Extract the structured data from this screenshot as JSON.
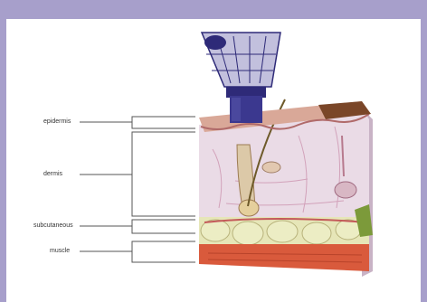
{
  "labels": {
    "epidermis": "epidermis",
    "dermis": "dermis",
    "subcutaneous": "subcutaneous",
    "muscle": "muscle"
  },
  "colors": {
    "border": "#a79fcb",
    "epidermis": "#d9a898",
    "dermis": "#eadbe6",
    "fat": "#e6e6b8",
    "muscle": "#d95a3c",
    "device": "#2e2a78"
  },
  "icons": [
    "handheld-device",
    "hair-follicle",
    "sweat-gland",
    "fat-lobules"
  ]
}
